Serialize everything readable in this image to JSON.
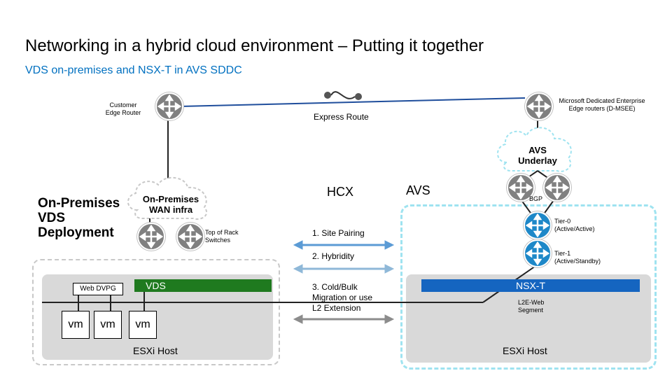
{
  "title": "Networking in a hybrid cloud environment – Putting it together",
  "subtitle": "VDS on-premises and NSX-T in AVS SDDC",
  "customer_edge_router": "Customer\nEdge Router",
  "microsoft_edge_routers": "Microsoft Dedicated Enterprise\nEdge routers (D-MSEE)",
  "express_route": "Express Route",
  "avs_underlay": "AVS\nUnderlay",
  "on_premises_deployment": "On-Premises\nVDS\nDeployment",
  "on_premises_wan": "On-Premises\nWAN infra",
  "top_of_rack": "Top of Rack\nSwitches",
  "hcx": "HCX",
  "avs": "AVS",
  "bgp": "BGP",
  "tier0": "Tier-0\n(Active/Active)",
  "tier1": "Tier-1\n(Active/Standby)",
  "site_pairing": "1. Site Pairing",
  "hybridity": "2. Hybridity",
  "migration": "3. Cold/Bulk\nMigration or use\nL2 Extension",
  "vds": "VDS",
  "web_dvpg": "Web DVPG",
  "vm_labels": [
    "vm",
    "vm",
    "vm"
  ],
  "nsx_t": "NSX-T",
  "l2e_segment": "L2E-Web\nSegment",
  "esxi_host_left": "ESXi Host",
  "esxi_host_right": "ESXi Host",
  "colors": {
    "title_blue": "#0070C0",
    "vds_green": "#1f7a1f",
    "nsx_blue": "#1565c0",
    "avs_dash": "#9fe3f0",
    "router_gray": "#808080",
    "router_blue": "#1e88c8"
  },
  "icons": [
    "router-icon",
    "cloud-icon",
    "express-route-icon",
    "double-arrow-icon"
  ]
}
